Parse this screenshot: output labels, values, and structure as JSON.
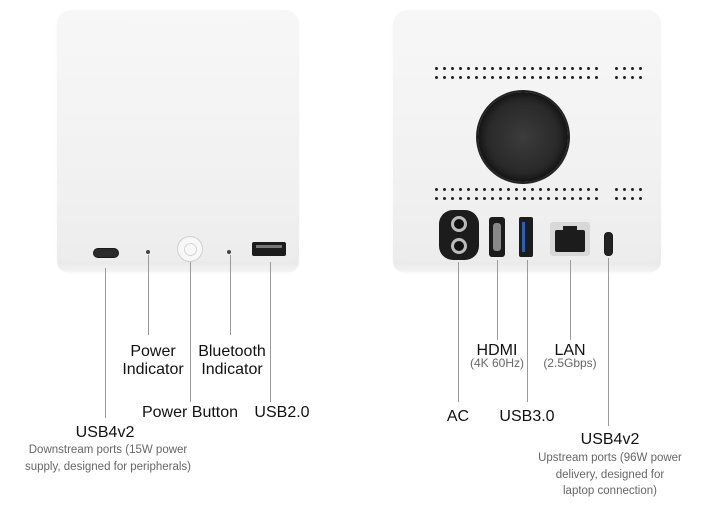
{
  "left_device": {
    "labels": {
      "power_indicator": [
        "Power",
        "Indicator"
      ],
      "bluetooth_indicator": [
        "Bluetooth",
        "Indicator"
      ],
      "power_button": "Power Button",
      "usb20": "USB2.0",
      "usb4v2": "USB4v2",
      "usb4v2_note": [
        "Downstream ports (15W power",
        "supply, designed for peripherals)"
      ]
    }
  },
  "right_device": {
    "labels": {
      "hdmi": "HDMI",
      "hdmi_spec": "(4K 60Hz)",
      "lan": "LAN",
      "lan_spec": "(2.5Gbps)",
      "ac": "AC",
      "usb30": "USB3.0",
      "usb4v2": "USB4v2",
      "usb4v2_note": [
        "Upstream ports (96W power",
        "delivery, designed for",
        "laptop connection)"
      ]
    }
  },
  "colors": {
    "body": "#f3f3f3",
    "line": "#9a9a9a",
    "port": "#1a1a1a"
  },
  "icons": [
    "usb-c-port-icon",
    "led-icon",
    "power-button-icon",
    "usb-a-port-icon",
    "ac-socket-icon",
    "hdmi-port-icon",
    "ethernet-port-icon",
    "fan-icon"
  ]
}
